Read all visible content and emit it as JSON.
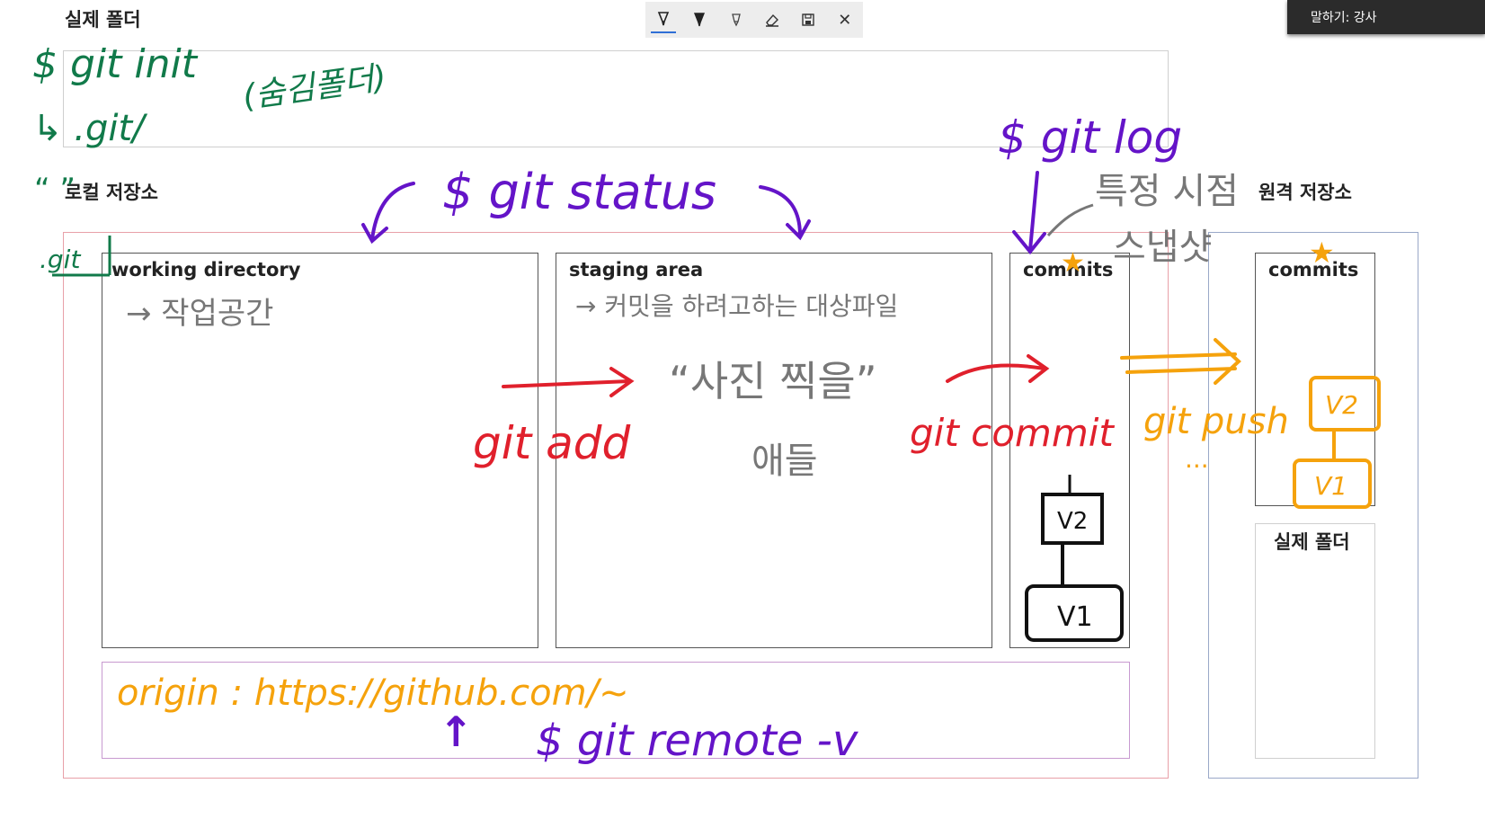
{
  "slide": {
    "real_folder_title": "실제 폴더",
    "local_repo_title": "로컬 저장소",
    "remote_repo_title": "원격 저장소",
    "working_directory_label": "working directory",
    "staging_area_label": "staging area",
    "commits_label": "commits",
    "remote_commits_label": "commits",
    "remote_real_folder_label": "실제 폴더"
  },
  "annotations": {
    "git_init": "$ git init",
    "git_dir": "↳ .git/",
    "hidden_folder": "(숨김폴더)",
    "local_quote": "“ ”",
    "git_tag": ".git",
    "git_status": "$ git status",
    "git_log": "$ git log",
    "specific_time": "특정 시점",
    "snapshot": "스냅샷",
    "workspace": "→ 작업공간",
    "staging_desc": "→ 커밋을 하려고하는 대상파일",
    "photo_quote": "“사진 찍을”",
    "photo_suffix": "애들",
    "git_add": "git add",
    "git_commit": "git commit",
    "git_push": "git push",
    "v2": "V2",
    "v1": "V1",
    "remote_v2": "V2",
    "remote_v1": "V1",
    "origin": "origin : https://github.com/~",
    "git_remote": "$ git remote -v",
    "up_arrow": "↑",
    "ellipsis": "...",
    "star": "★"
  },
  "toolbar": {
    "pen_icon": "pen-icon",
    "pen2_icon": "pen-icon",
    "highlighter_icon": "highlighter-icon",
    "eraser_icon": "eraser-icon",
    "save_icon": "save-icon",
    "close_icon": "close-icon",
    "close_label": "✕"
  },
  "speaker": {
    "label": "말하기: 강사"
  },
  "colors": {
    "green": "#117a4a",
    "purple": "#6414c8",
    "red": "#e0202c",
    "orange": "#f5a20c",
    "gray": "#777777",
    "black": "#111111",
    "pink_border": "#e8a0a8",
    "purple_border": "#c89ad0",
    "blue_border": "#9aa8c8"
  }
}
